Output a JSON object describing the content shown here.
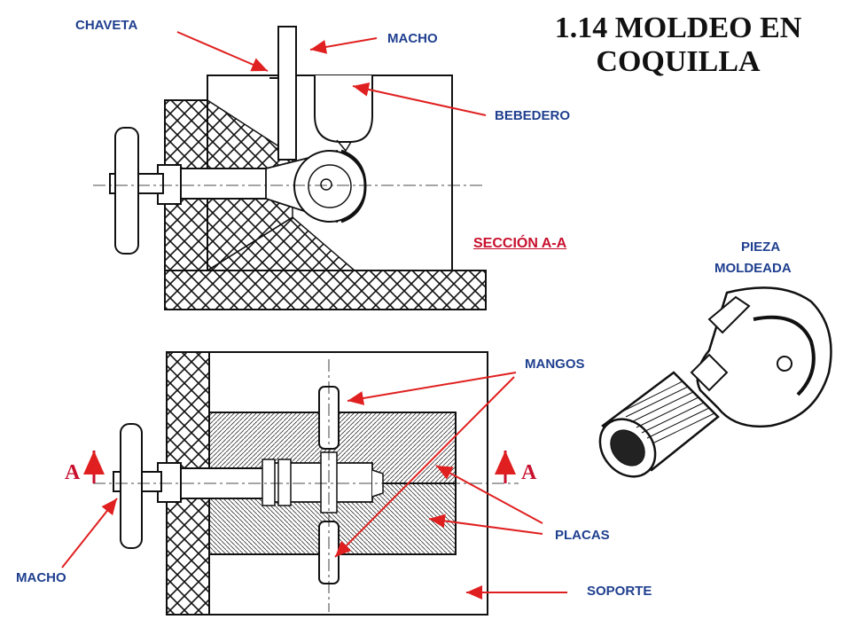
{
  "title": {
    "line1": "1.14   MOLDEO EN",
    "line2": "COQUILLA"
  },
  "labels": {
    "chaveta": "CHAVETA",
    "macho_top": "MACHO",
    "bebedero": "BEBEDERO",
    "seccion": "SECCIÓN A-A",
    "pieza_line1": "PIEZA",
    "pieza_line2": "MOLDEADA",
    "mangos": "MANGOS",
    "placas": "PLACAS",
    "soporte": "SOPORTE",
    "macho_bottom": "MACHO",
    "section_left": "A",
    "section_right": "A"
  },
  "colors": {
    "label_blue": "#1f3f8f",
    "arrow_red": "#e02020",
    "section_red": "#c8102e",
    "drawing_black": "#111111"
  }
}
